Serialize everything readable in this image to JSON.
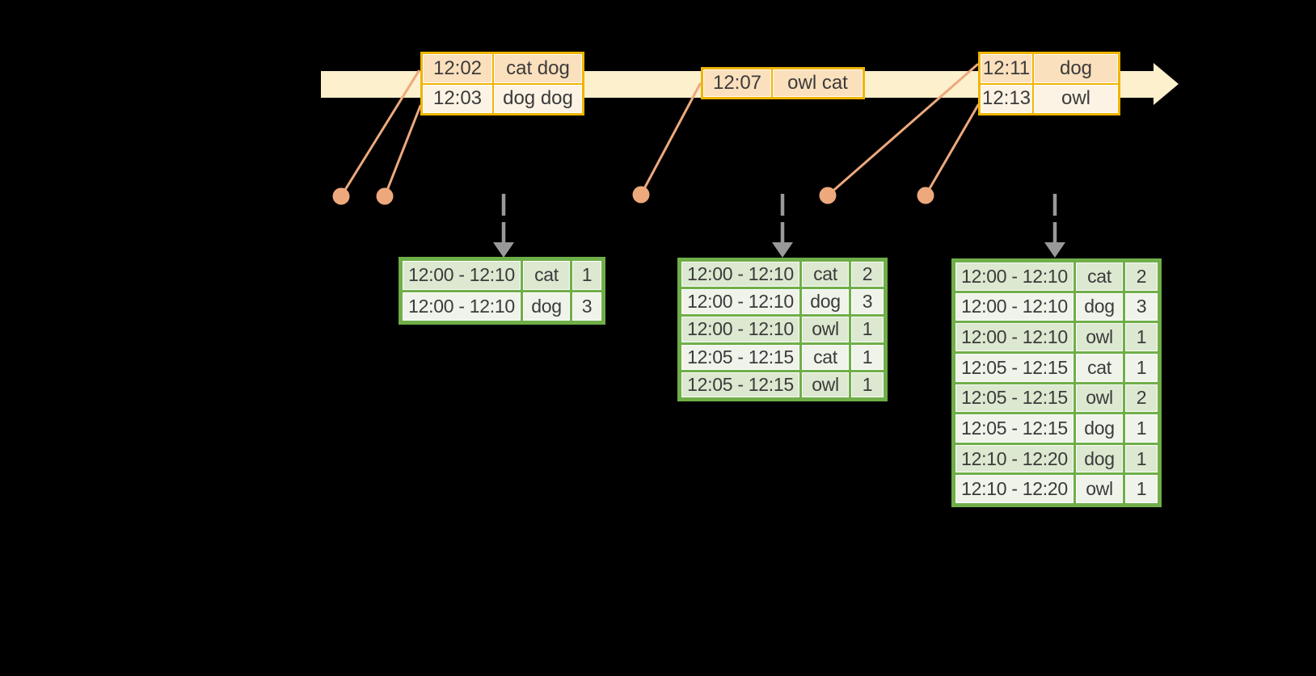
{
  "colors": {
    "background": "#000000",
    "timeline": "#fcf0cd",
    "event_border": "#f0b400",
    "event_row_a": "#fbe0bd",
    "event_row_b": "#fdf3e4",
    "connector": "#eda97c",
    "trigger_arrow": "#999999",
    "result_border": "#6fae48",
    "result_row_a": "#dce8d0",
    "result_row_b": "#eff3ea",
    "text": "#3b3b3b"
  },
  "event_tables": [
    {
      "name": "events-at-12-02",
      "rows": [
        [
          "12:02",
          "cat dog"
        ],
        [
          "12:03",
          "dog dog"
        ]
      ]
    },
    {
      "name": "events-at-12-07",
      "rows": [
        [
          "12:07",
          "owl cat"
        ]
      ]
    },
    {
      "name": "events-at-12-11",
      "rows": [
        [
          "12:11",
          "dog"
        ],
        [
          "12:13",
          "owl"
        ]
      ]
    }
  ],
  "result_tables": [
    {
      "name": "result-table-trigger-1",
      "rows": [
        [
          "12:00 - 12:10",
          "cat",
          "1"
        ],
        [
          "12:00 - 12:10",
          "dog",
          "3"
        ]
      ]
    },
    {
      "name": "result-table-trigger-2",
      "rows": [
        [
          "12:00 - 12:10",
          "cat",
          "2"
        ],
        [
          "12:00 - 12:10",
          "dog",
          "3"
        ],
        [
          "12:00 - 12:10",
          "owl",
          "1"
        ],
        [
          "12:05 - 12:15",
          "cat",
          "1"
        ],
        [
          "12:05 - 12:15",
          "owl",
          "1"
        ]
      ]
    },
    {
      "name": "result-table-trigger-3",
      "rows": [
        [
          "12:00 - 12:10",
          "cat",
          "2"
        ],
        [
          "12:00 - 12:10",
          "dog",
          "3"
        ],
        [
          "12:00 - 12:10",
          "owl",
          "1"
        ],
        [
          "12:05 - 12:15",
          "cat",
          "1"
        ],
        [
          "12:05 - 12:15",
          "owl",
          "2"
        ],
        [
          "12:05 - 12:15",
          "dog",
          "1"
        ],
        [
          "12:10 - 12:20",
          "dog",
          "1"
        ],
        [
          "12:10 - 12:20",
          "owl",
          "1"
        ]
      ]
    }
  ]
}
